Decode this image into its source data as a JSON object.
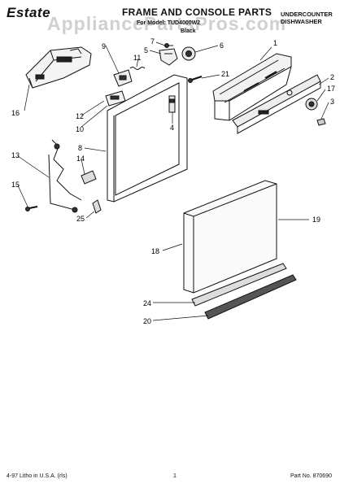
{
  "header": {
    "brand": "Estate",
    "title": "FRAME AND CONSOLE PARTS",
    "model_line": "For Model: TUD4000W2",
    "color_line": "Black",
    "category_line1": "UNDERCOUNTER",
    "category_line2": "DISHWASHER"
  },
  "watermark": "AppliancePartsPros.com",
  "callouts": {
    "c1": "1",
    "c2": "2",
    "c3": "3",
    "c4": "4",
    "c5": "5",
    "c6": "6",
    "c7": "7",
    "c8": "8",
    "c9": "9",
    "c10": "10",
    "c11": "11",
    "c12": "12",
    "c13": "13",
    "c14": "14",
    "c15": "15",
    "c16": "16",
    "c17": "17",
    "c18": "18",
    "c19": "19",
    "c20": "20",
    "c21": "21",
    "c24": "24",
    "c25": "25"
  },
  "footer": {
    "litho": "4-97 Litho in U.S.A. (rls)",
    "page": "1",
    "part_no": "Part No. 870690"
  }
}
